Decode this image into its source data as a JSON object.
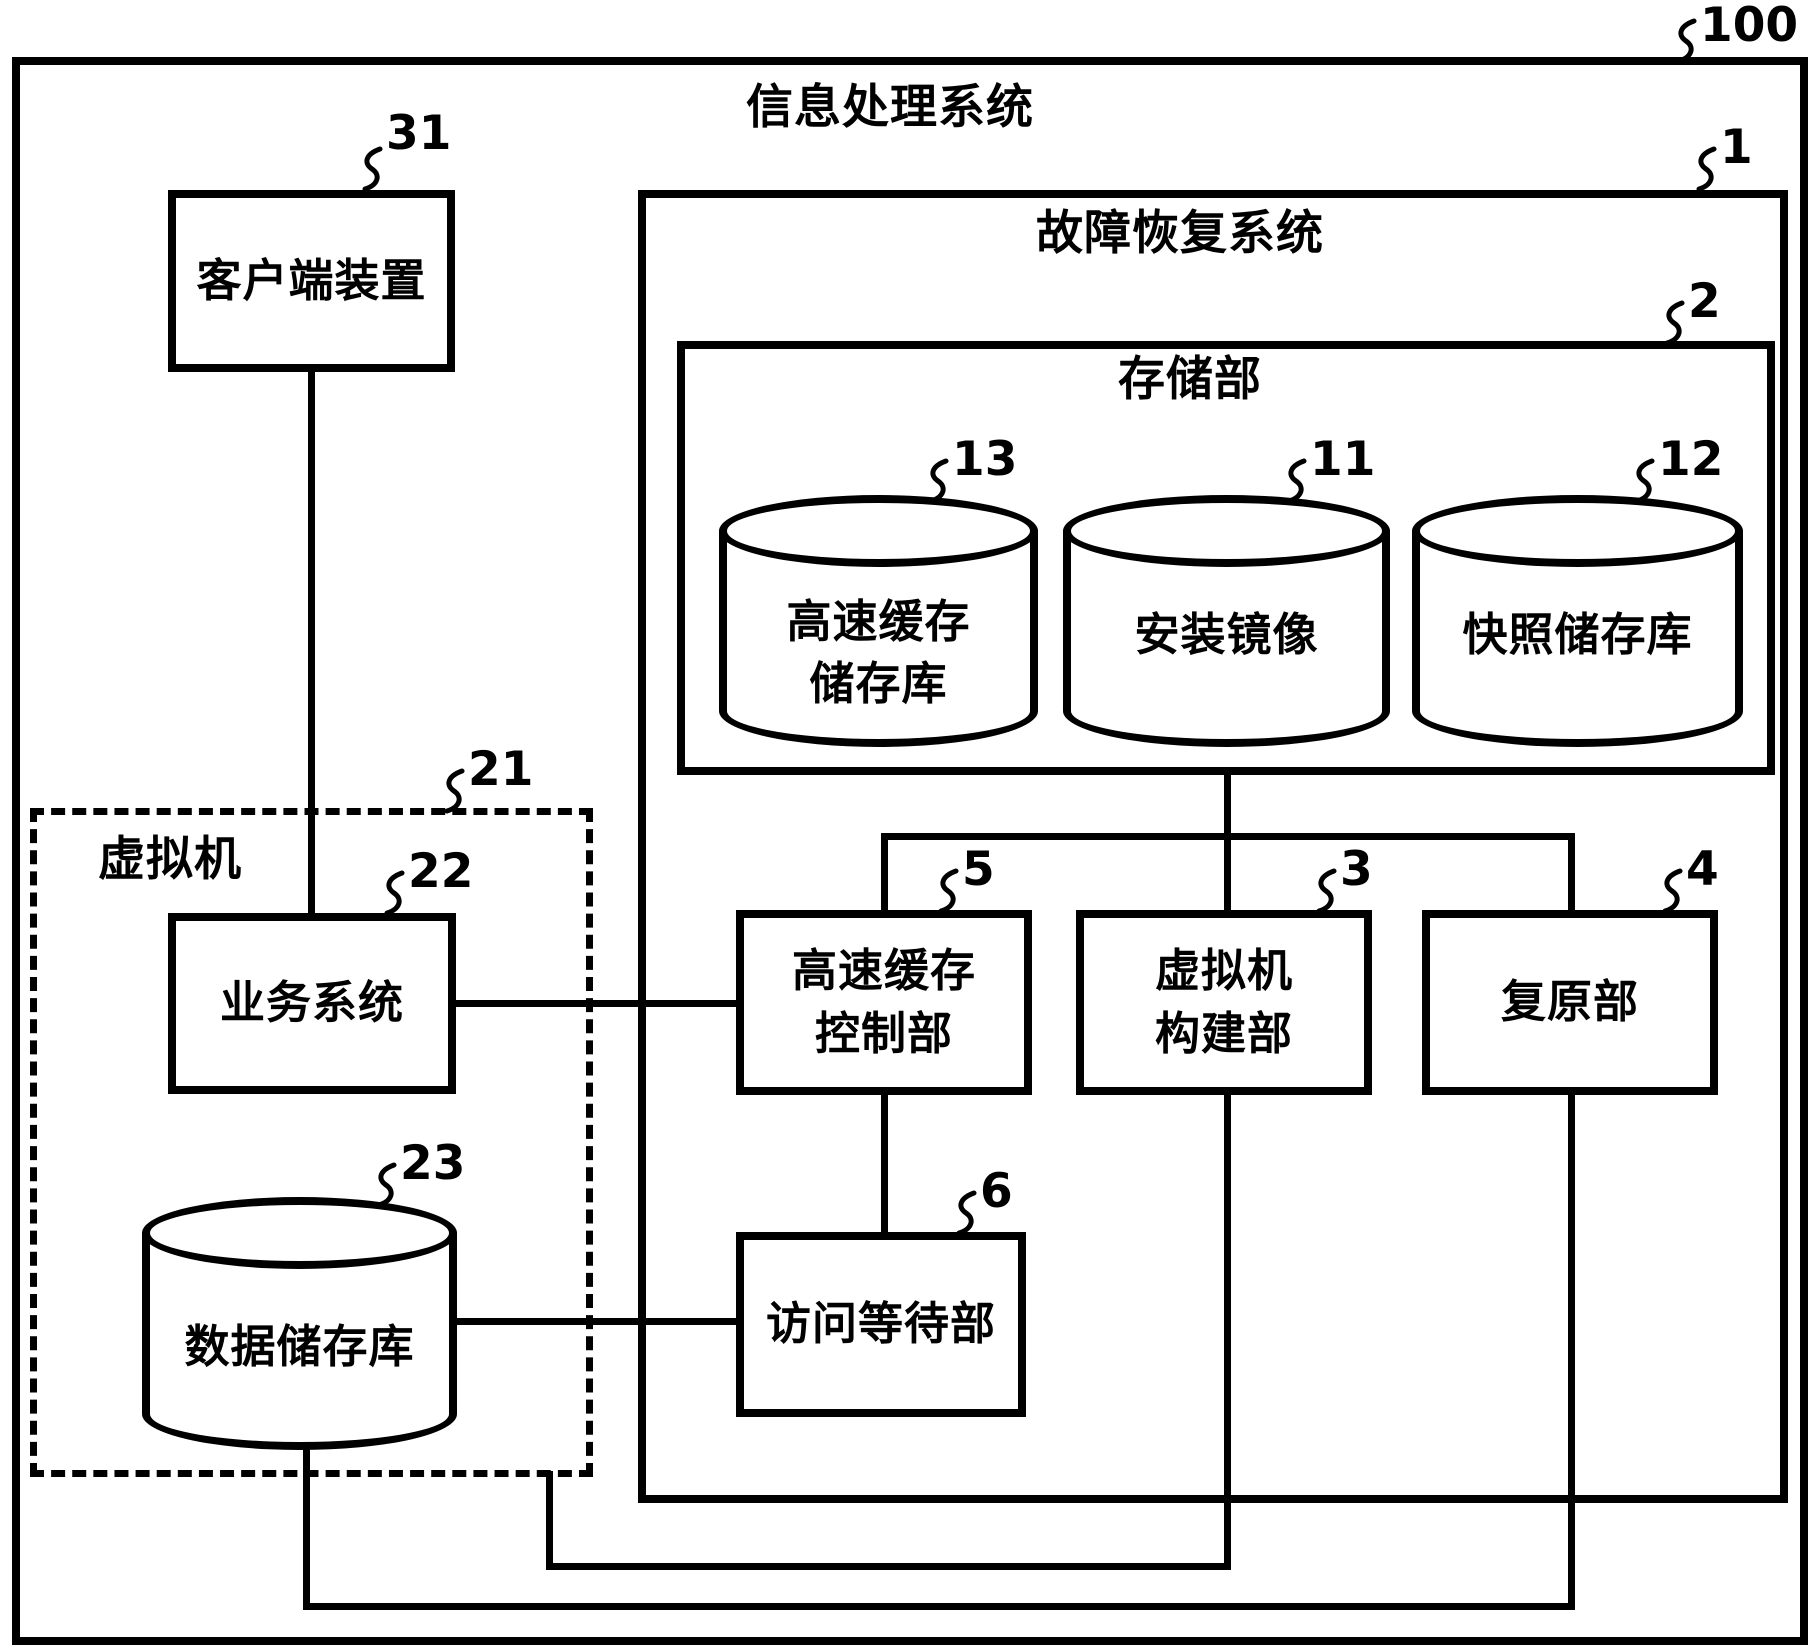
{
  "colors": {
    "ink": "#000000",
    "paper": "#ffffff"
  },
  "diagram": {
    "system": {
      "ref": "100",
      "title": "信息处理系统"
    },
    "recovery_system": {
      "ref": "1",
      "title": "故障恢复系统"
    },
    "storage_unit": {
      "ref": "2",
      "title": "存储部"
    },
    "client_device": {
      "ref": "31",
      "label": "客户端装置"
    },
    "virtual_machine": {
      "ref": "21",
      "label": "虚拟机"
    },
    "business_system": {
      "ref": "22",
      "label": "业务系统"
    },
    "data_repository": {
      "ref": "23",
      "label": "数据储存库"
    },
    "cache_repository": {
      "ref": "13",
      "line1": "高速缓存",
      "line2": "储存库"
    },
    "install_image": {
      "ref": "11",
      "label": "安装镜像"
    },
    "snapshot_repository": {
      "ref": "12",
      "label": "快照储存库"
    },
    "cache_controller": {
      "ref": "5",
      "line1": "高速缓存",
      "line2": "控制部"
    },
    "vm_builder": {
      "ref": "3",
      "line1": "虚拟机",
      "line2": "构建部"
    },
    "restore_unit": {
      "ref": "4",
      "label": "复原部"
    },
    "access_wait_unit": {
      "ref": "6",
      "label": "访问等待部"
    }
  }
}
